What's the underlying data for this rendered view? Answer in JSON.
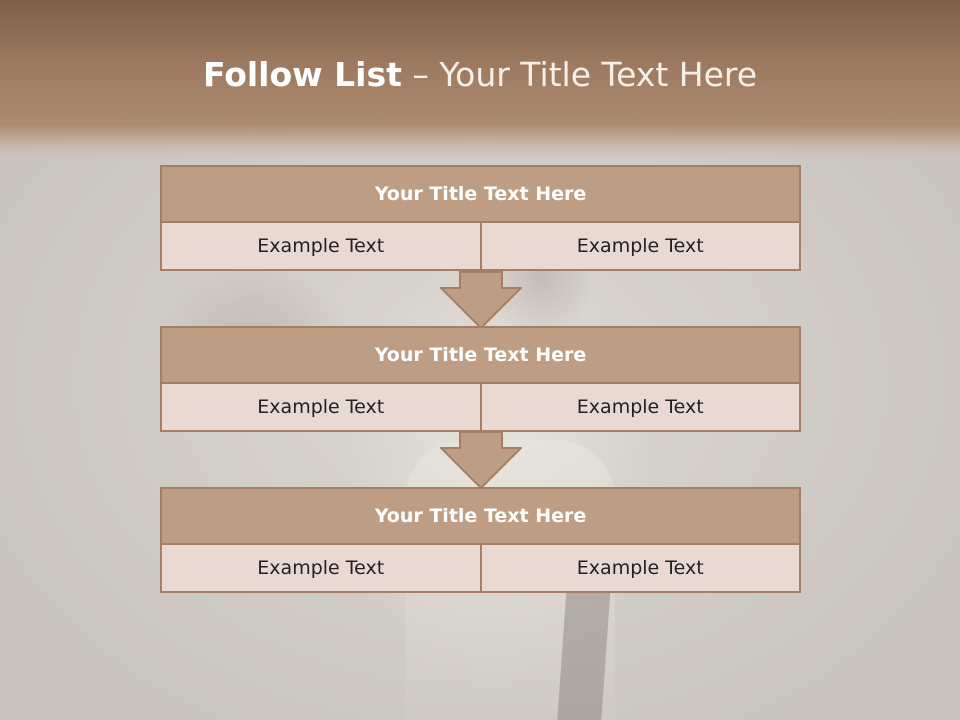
{
  "slide": {
    "title_bold": "Follow List",
    "title_rest": " – Your Title Text Here"
  },
  "steps": [
    {
      "title": "Your Title Text Here",
      "left": "Example Text",
      "right": "Example Text"
    },
    {
      "title": "Your Title Text Here",
      "left": "Example Text",
      "right": "Example Text"
    },
    {
      "title": "Your Title Text Here",
      "left": "Example Text",
      "right": "Example Text"
    }
  ],
  "colors": {
    "banner": "#9d7a5f",
    "header_fill": "#be9d85",
    "cell_fill": "#e8d9d3",
    "border": "#a57f63",
    "arrow": "#be9d85"
  }
}
